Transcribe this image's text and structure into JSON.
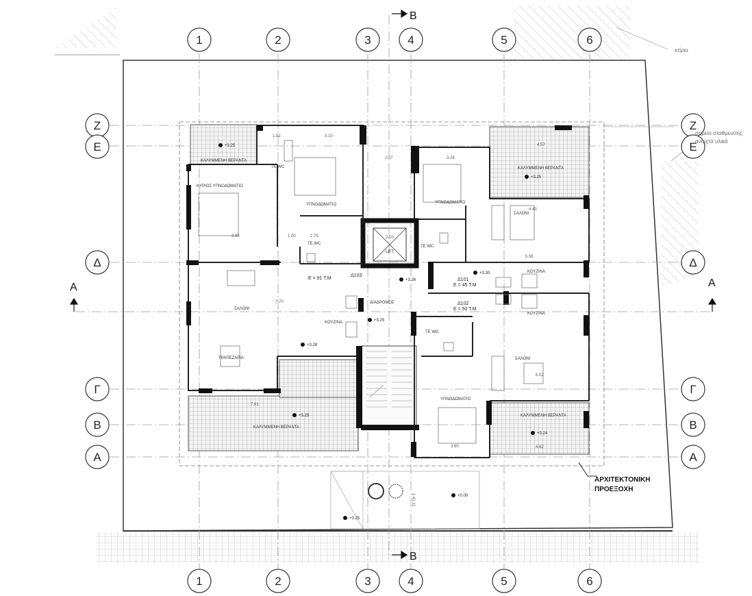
{
  "grid": {
    "columns": [
      "1",
      "2",
      "3",
      "4",
      "5",
      "6"
    ],
    "rows": [
      "Ζ",
      "Ε",
      "Δ",
      "Γ",
      "Β",
      "Α"
    ]
  },
  "sections": {
    "a": "A",
    "b": "B"
  },
  "notes": {
    "building": "κτίριο",
    "station_line1": "σημείο σταθμευσης",
    "station_line2": "ανοιχτά υλικά"
  },
  "rooms": {
    "covered_veranda": "ΚΑΛΥΜΜΕΝΗ ΒΕΡΑΝΤΑ",
    "master_bedroom": "ΚΥΡΙΟΣ ΥΠΝΟΔΩΜΑΤΙΟ",
    "bedroom": "ΥΠΝΟΔΩΜΑΤΙΟ",
    "wc": "ΤΕ WC",
    "salon": "ΣΑΛΟΝΙ",
    "dining": "ΤΡΑΠΕΖΑΡΙΑ",
    "kitchen": "ΚΟΥΖΙΝΑ",
    "corridor": "ΔΙΑΔΡΟΜΟΣ",
    "lift": "LIFT"
  },
  "apartments": {
    "d103_code": "Δ103",
    "d103_area": "E = 91 T.M",
    "d101_code": "Δ101",
    "d101_area": "E = 45 T.M",
    "d102_code": "Δ102",
    "d102_area": "E = 50 T.M"
  },
  "levels": {
    "a": "+3.25",
    "b": "+3.28",
    "c": "+3.30",
    "d": "+3.26",
    "e": "+3.25",
    "f": "+3.25",
    "g": "+3.24",
    "h": "+0.00",
    "i": "+0.25",
    "j": "+3.25"
  },
  "dims": {
    "d1": "1.52",
    "d2": "3.10",
    "d3": "2.07",
    "d4": "3.28",
    "d5": "4.57",
    "d6": "3.95",
    "d7": "2.75",
    "d8": "4.43",
    "d9": "5.56",
    "d10": "7.70",
    "d11": "7.91",
    "d12": "6.52",
    "d13": "3.80",
    "d14": "4.62",
    "d15": "2.10",
    "d16": "1.00"
  },
  "projection_label": {
    "line1": "ΑΡΧΙΤΕΚΤΟΝΙΚΗ",
    "line2": "ΠΡΟΕΞΟΧΗ"
  },
  "ramp_label": "1:41.11"
}
